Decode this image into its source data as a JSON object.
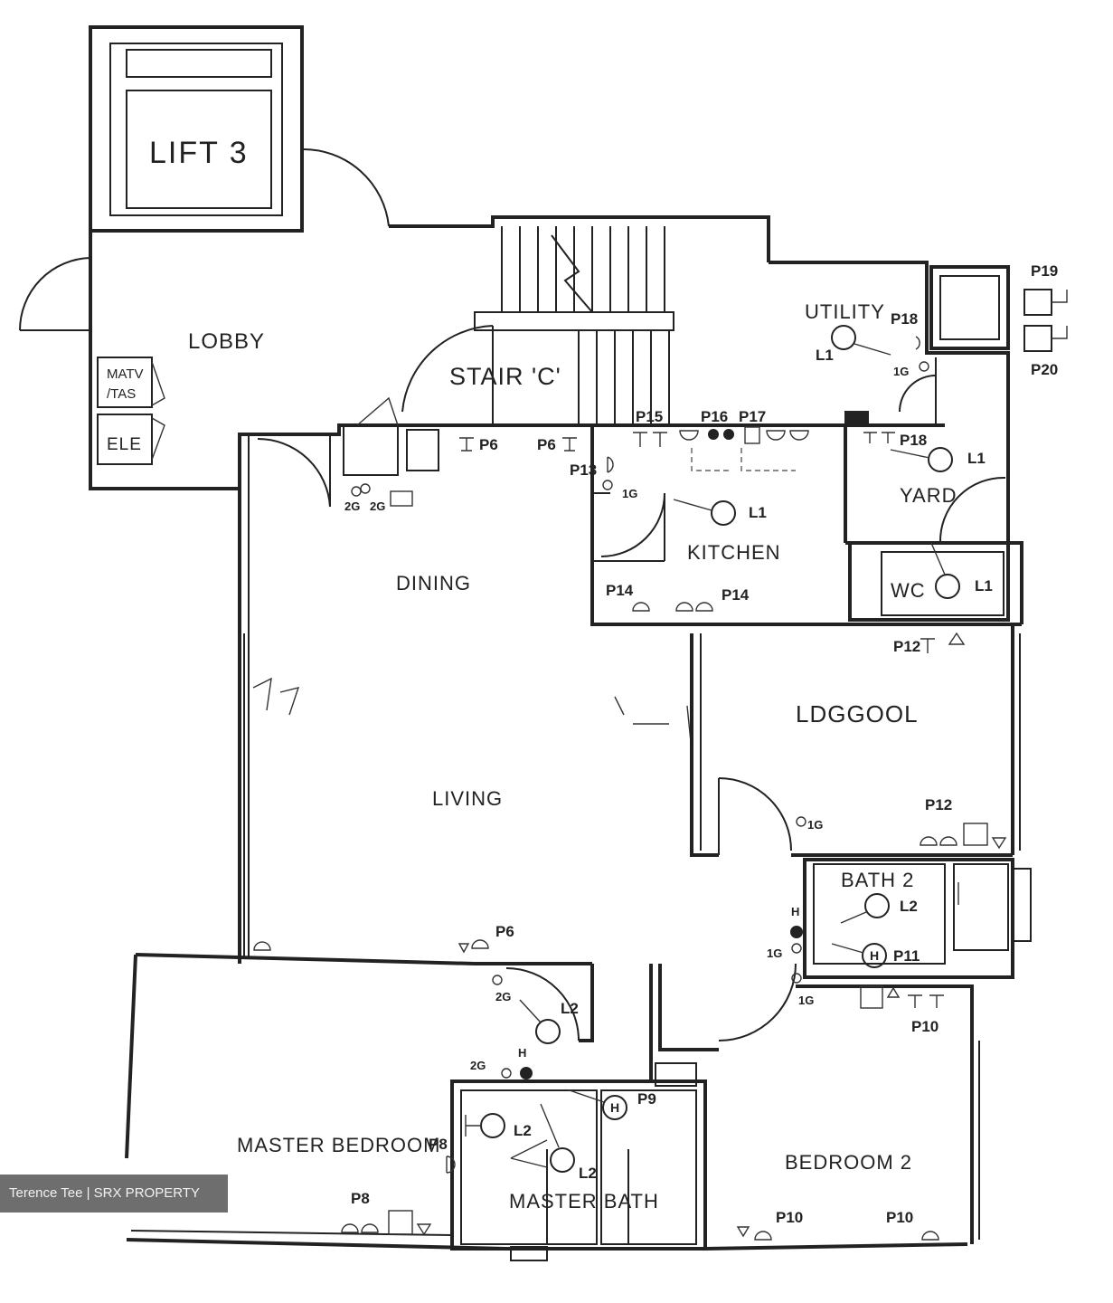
{
  "rooms": {
    "lift": "LIFT 3",
    "lobby": "LOBBY",
    "matv": "MATV",
    "tas": "/TAS",
    "ele": "ELE",
    "stair": "STAIR 'C'",
    "utility": "UTILITY",
    "dining": "DINING",
    "kitchen": "KITCHEN",
    "yard": "YARD",
    "wc": "WC",
    "living": "LIVING",
    "bedroom3": "LDGGOOL",
    "bath2": "BATH 2",
    "master_bedroom": "MASTER BEDROOM",
    "master_bath": "MASTER BATH",
    "bedroom2": "BEDROOM 2"
  },
  "points": {
    "p19": "P19",
    "p20": "P20",
    "p18": "P18",
    "p18b": "P18",
    "p6a": "P6",
    "p6b": "P6",
    "p6c": "P6",
    "p15": "P15",
    "p16": "P16",
    "p17": "P17",
    "p13": "P13",
    "p14a": "P14",
    "p14b": "P14",
    "p12a": "P12",
    "p12b": "P12",
    "p11": "P11",
    "p10a": "P10",
    "p10b": "P10",
    "p10c": "P10",
    "p9": "P9",
    "p8a": "P8",
    "p8b": "P8"
  },
  "lights": {
    "l1_utility": "L1",
    "l1_yard": "L1",
    "l1_kitchen": "L1",
    "l1_wc": "L1",
    "l2_bath2": "L2",
    "l2_passage": "L2",
    "l2_mbath_a": "L2",
    "l2_mbath_b": "L2"
  },
  "switches": {
    "g1_utility": "1G",
    "g1_kitchen": "1G",
    "g2_dining_a": "2G",
    "g2_dining_b": "2G",
    "g1_bed3": "1G",
    "g1_bath2": "1G",
    "g1_bed2": "1G",
    "g2_master": "2G",
    "g2_mbath": "2G",
    "h_bath2": "H",
    "h_mbath": "H"
  },
  "watermark": "Terence Tee | SRX PROPERTY"
}
